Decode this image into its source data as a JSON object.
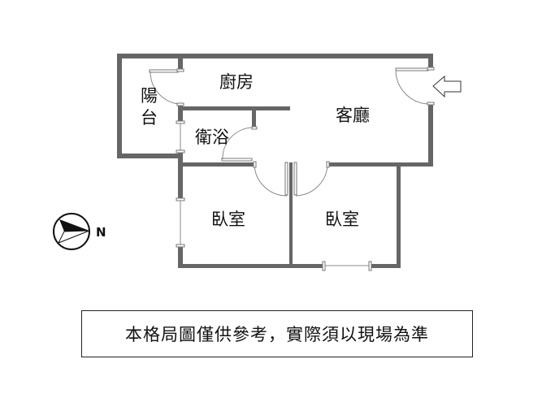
{
  "rooms": {
    "kitchen": "廚房",
    "balcony_1": "陽",
    "balcony_2": "台",
    "living_room": "客廳",
    "bathroom": "衛浴",
    "bedroom_left": "臥室",
    "bedroom_right": "臥室"
  },
  "compass": {
    "label": "N"
  },
  "disclaimer": "本格局圖僅供參考，實際須以現場為準",
  "colors": {
    "wall": "#666666",
    "text": "#111111"
  }
}
